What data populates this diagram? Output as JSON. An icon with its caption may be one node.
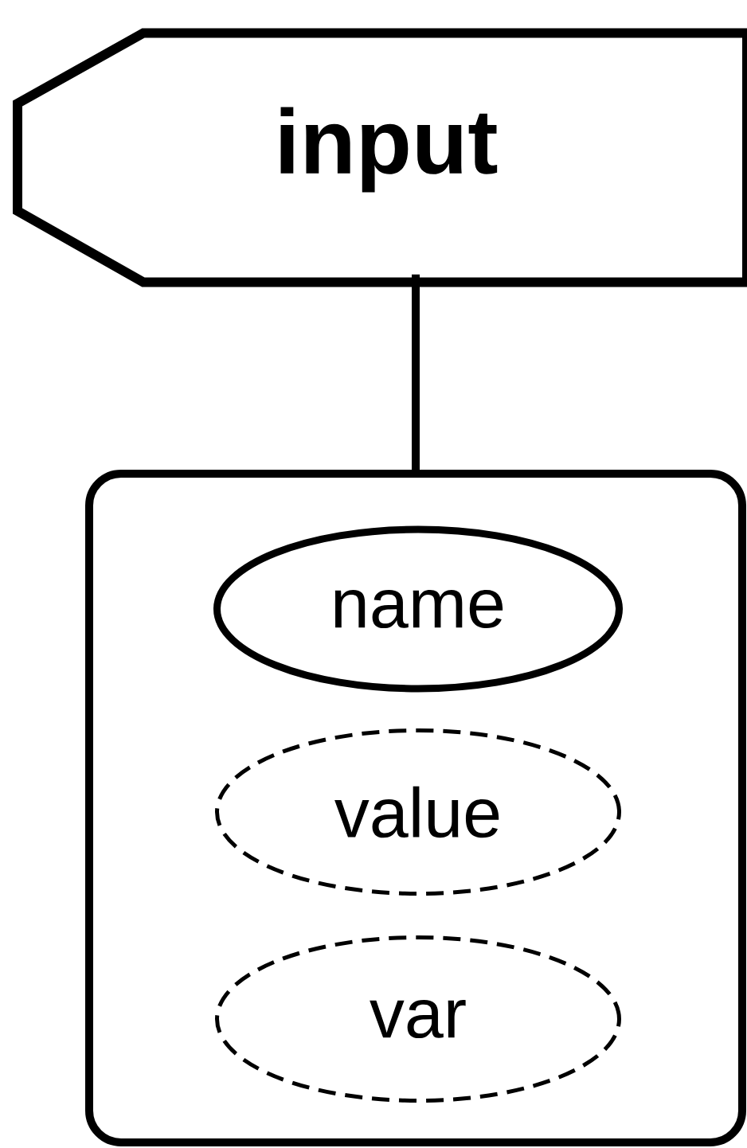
{
  "diagram": {
    "nodes": [
      {
        "text": [
          "input"
        ]
      },
      {
        "text": [],
        "shape": "box"
      },
      {
        "text": [
          "name"
        ],
        "in": 1
      },
      {
        "text": [
          "value"
        ],
        "in": 1
      },
      {
        "text": [
          "var"
        ],
        "in": 1
      }
    ],
    "edges": [
      {
        "from": 0,
        "to": 1,
        "arrow": "none"
      }
    ]
  }
}
